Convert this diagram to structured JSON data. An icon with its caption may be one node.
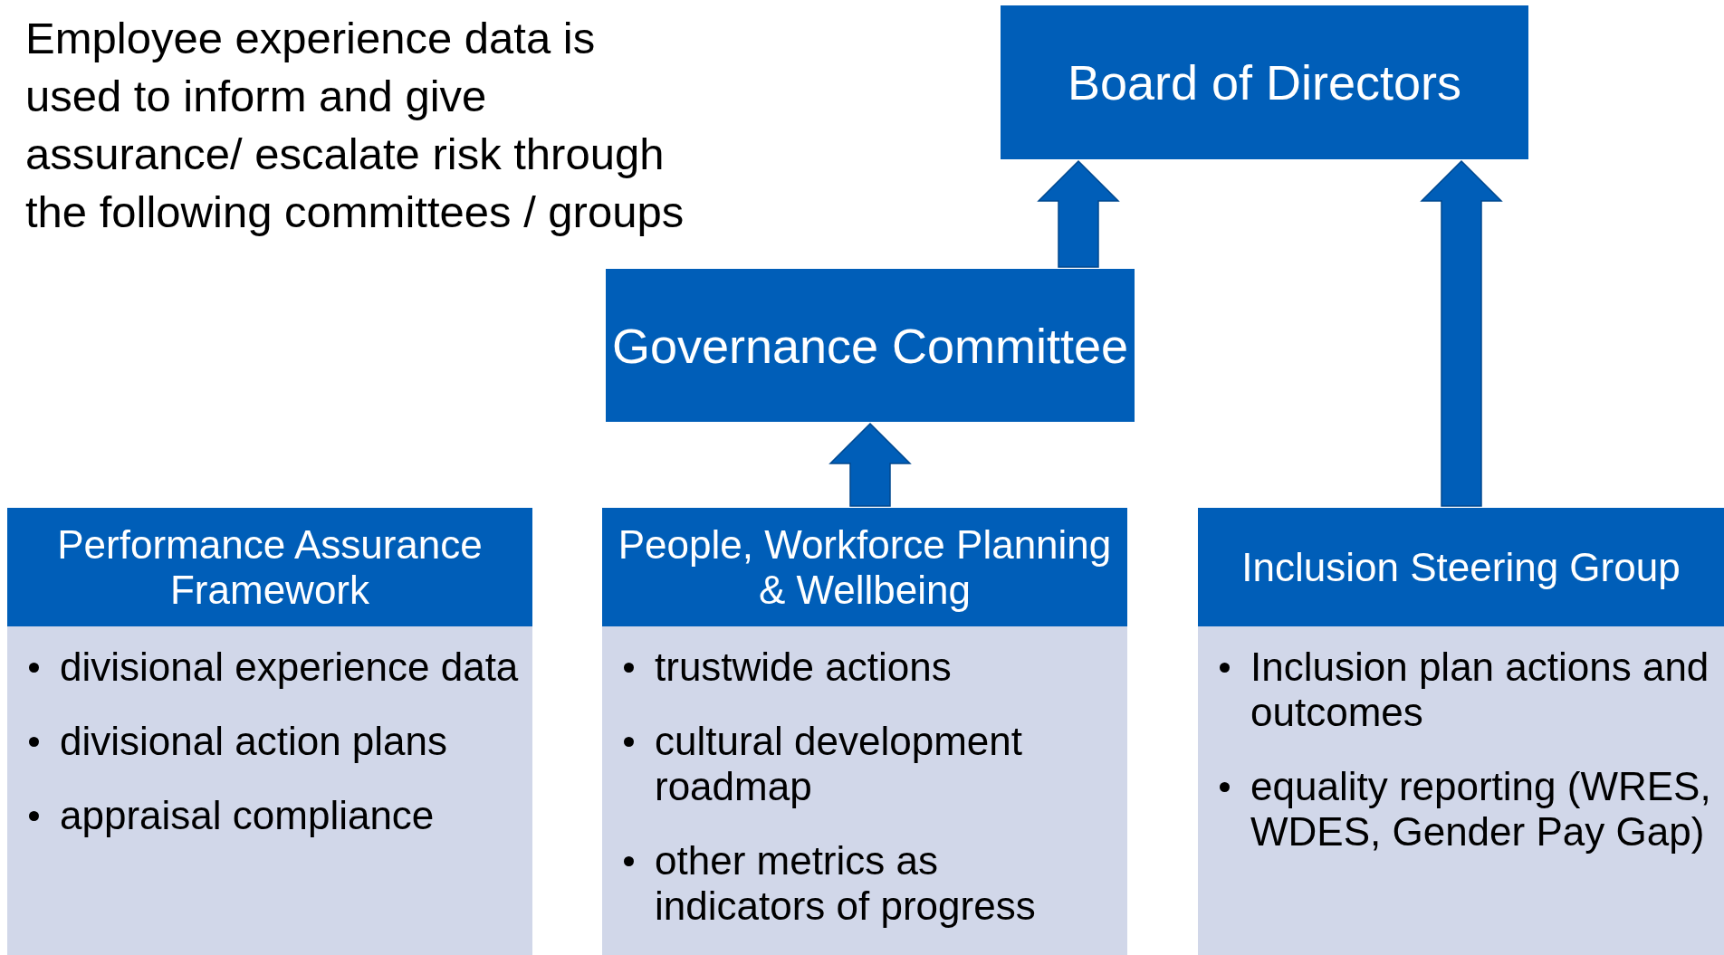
{
  "diagram": {
    "nodes": [
      {
        "text": [
          "Board of Directors"
        ]
      },
      {
        "text": [
          "Governance Committee"
        ]
      },
      {
        "text": [
          "Performance Assurance Framework",
          "divisional experience data",
          "divisional action plans",
          "appraisal compliance"
        ]
      },
      {
        "text": [
          "People, Workforce Planning & Wellbeing",
          "trustwide actions",
          "cultural development roadmap",
          "other metrics as indicators of progress"
        ]
      },
      {
        "text": [
          "Inclusion Steering Group",
          "Inclusion plan actions and outcomes",
          "equality reporting (WRES, WDES, Gender Pay Gap)"
        ]
      }
    ],
    "edges": [
      {
        "from": 1,
        "to": 0,
        "arrow": "to"
      },
      {
        "from": 3,
        "to": 1,
        "arrow": "to"
      },
      {
        "from": 4,
        "to": 0,
        "arrow": "to"
      }
    ],
    "labels": [
      "Employee experience data is used to inform and give assurance/ escalate risk through the following committees / groups"
    ]
  }
}
